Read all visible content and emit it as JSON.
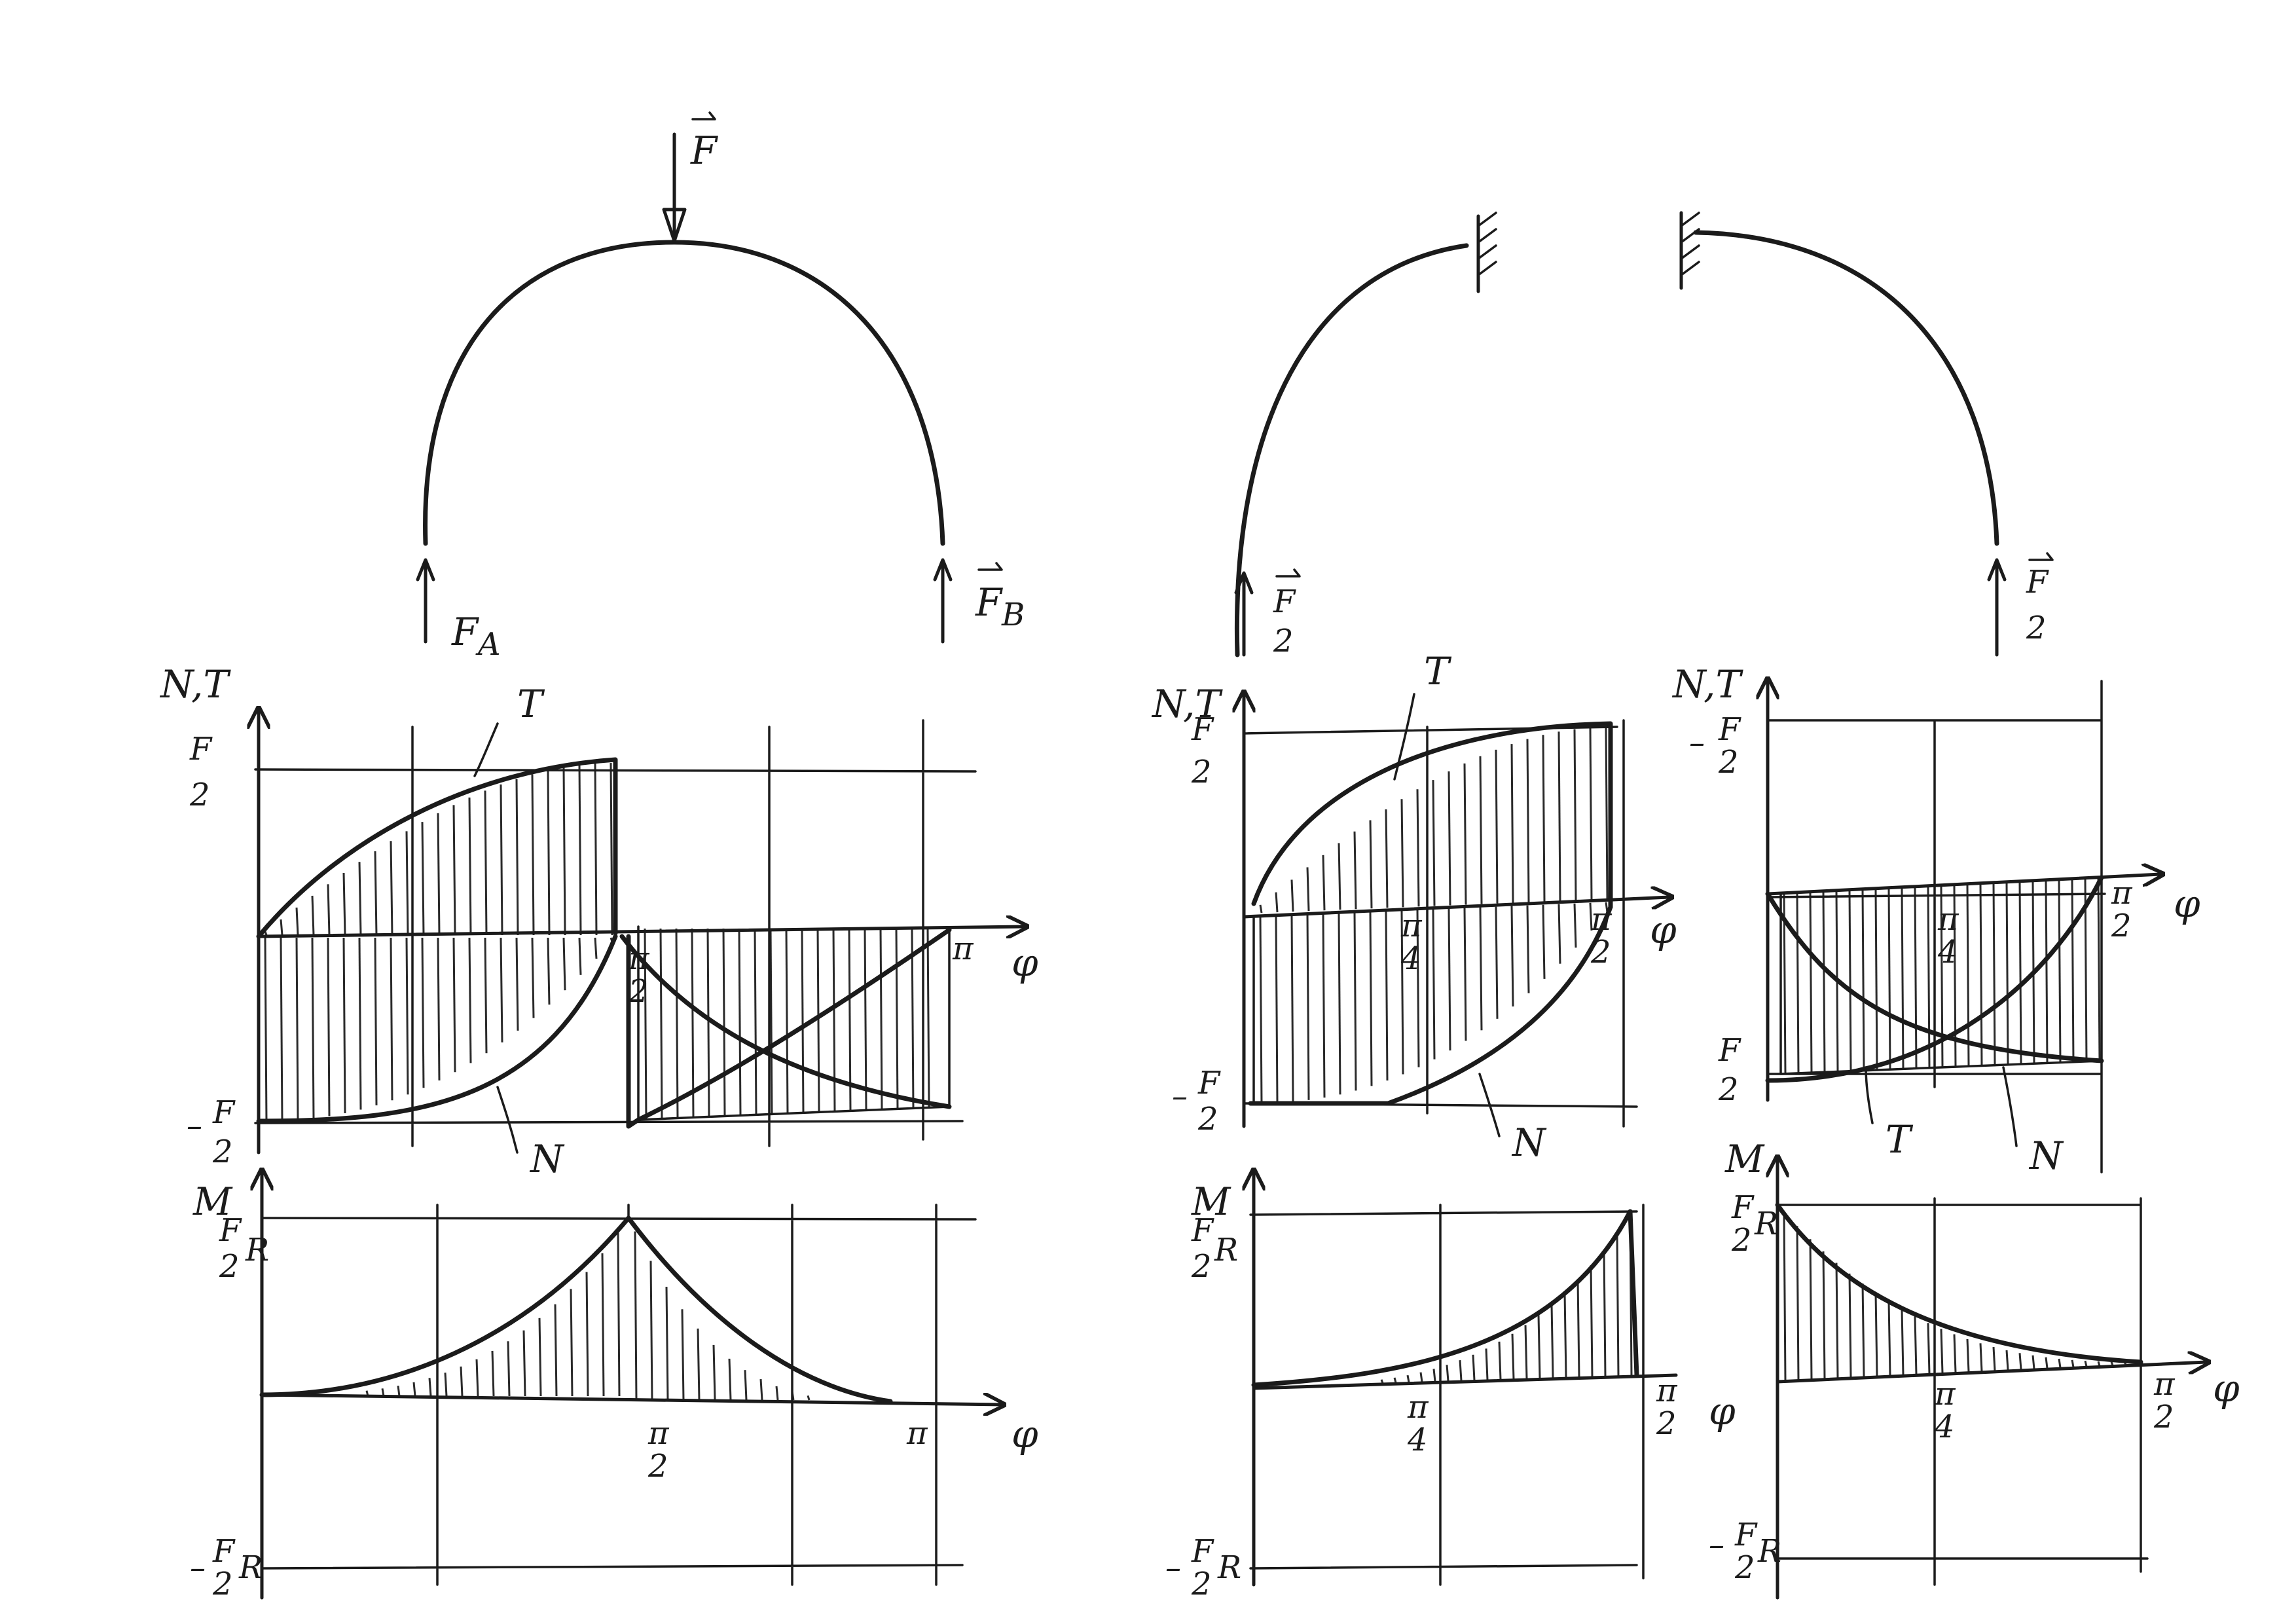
{
  "colors": {
    "ink": "#1b1b1b",
    "paper": "#ffffff"
  },
  "beam_labels": {
    "load": "F",
    "reaction_a": "F",
    "reaction_a_sub": "A",
    "reaction_b": "F",
    "reaction_b_sub": "B",
    "half_force_num": "F",
    "half_force_den": "2"
  },
  "diagram_labels": {
    "nt_axis": "N,T",
    "m_axis": "M",
    "phi": "φ",
    "curve_t": "T",
    "curve_n": "N",
    "f_half": "F",
    "two": "2",
    "minus": "–",
    "r": "R",
    "pi": "π",
    "pi_half_num": "π",
    "pi_half_den": "2",
    "pi_quarter_den": "4"
  }
}
